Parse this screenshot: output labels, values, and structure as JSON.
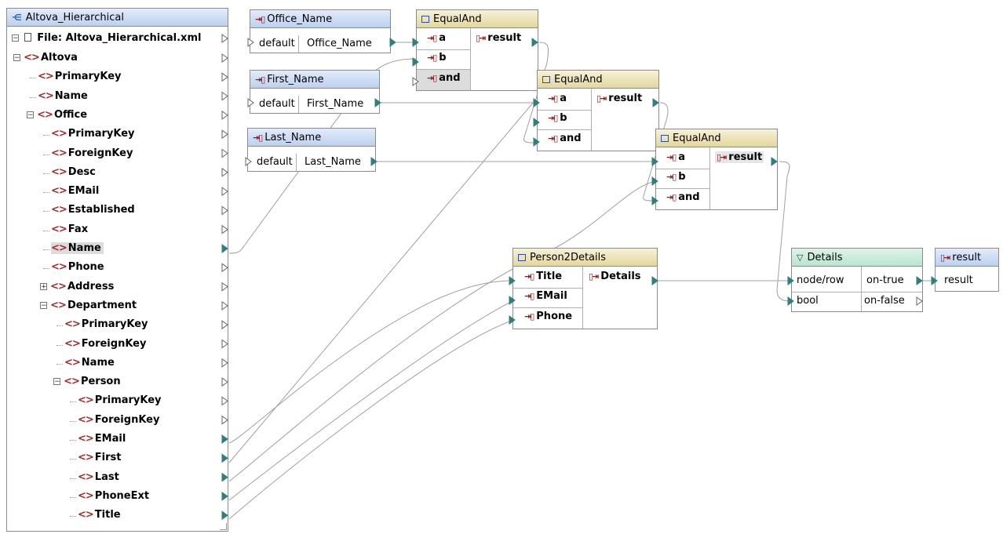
{
  "source": {
    "title": "Altova_Hierarchical",
    "file_label": "File: Altova_Hierarchical.xml",
    "nodes": [
      {
        "label": "Altova",
        "level": 1,
        "expander": "−"
      },
      {
        "label": "PrimaryKey",
        "level": 2
      },
      {
        "label": "Name",
        "level": 2
      },
      {
        "label": "Office",
        "level": 2,
        "expander": "−"
      },
      {
        "label": "PrimaryKey",
        "level": 3
      },
      {
        "label": "ForeignKey",
        "level": 3
      },
      {
        "label": "Desc",
        "level": 3
      },
      {
        "label": "EMail",
        "level": 3
      },
      {
        "label": "Established",
        "level": 3
      },
      {
        "label": "Fax",
        "level": 3
      },
      {
        "label": "Name",
        "level": 3,
        "selected": true
      },
      {
        "label": "Phone",
        "level": 3
      },
      {
        "label": "Address",
        "level": 3,
        "expander": "+"
      },
      {
        "label": "Department",
        "level": 3,
        "expander": "−"
      },
      {
        "label": "PrimaryKey",
        "level": 4
      },
      {
        "label": "ForeignKey",
        "level": 4
      },
      {
        "label": "Name",
        "level": 4
      },
      {
        "label": "Person",
        "level": 4,
        "expander": "−"
      },
      {
        "label": "PrimaryKey",
        "level": 5
      },
      {
        "label": "ForeignKey",
        "level": 5
      },
      {
        "label": "EMail",
        "level": 5
      },
      {
        "label": "First",
        "level": 5
      },
      {
        "label": "Last",
        "level": 5
      },
      {
        "label": "PhoneExt",
        "level": 5
      },
      {
        "label": "Title",
        "level": 5
      }
    ]
  },
  "inputs": [
    {
      "title": "Office_Name",
      "default_label": "default",
      "value": "Office_Name"
    },
    {
      "title": "First_Name",
      "default_label": "default",
      "value": "First_Name"
    },
    {
      "title": "Last_Name",
      "default_label": "default",
      "value": "Last_Name"
    }
  ],
  "equal_and": [
    {
      "title": "EqualAnd",
      "params": [
        "a",
        "b",
        "and"
      ],
      "output": "result"
    },
    {
      "title": "EqualAnd",
      "params": [
        "a",
        "b",
        "and"
      ],
      "output": "result"
    },
    {
      "title": "EqualAnd",
      "params": [
        "a",
        "b",
        "and"
      ],
      "output": "result"
    }
  ],
  "person2details": {
    "title": "Person2Details",
    "params": [
      "Title",
      "EMail",
      "Phone"
    ],
    "output": "Details"
  },
  "filter": {
    "title": "Details",
    "in1": "node/row",
    "in2": "bool",
    "out1": "on-true",
    "out2": "on-false"
  },
  "output": {
    "title": "result",
    "item": "result"
  },
  "colors": {
    "connector": "#2f7f7f",
    "tag": "#a52a2a",
    "line": "#a0a0a0",
    "blue_header": "#c8d9f3",
    "gold_header": "#ece3b7",
    "green_header": "#c8ecd9"
  }
}
